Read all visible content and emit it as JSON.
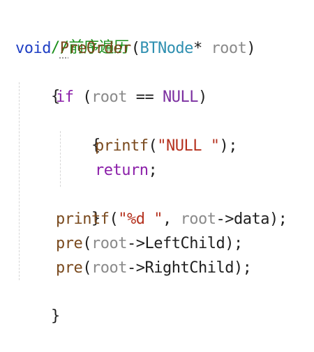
{
  "code": {
    "comment": "//前序遍历",
    "sig": {
      "ret": "void",
      "fn_first": "P",
      "fn_rest": "reOrder",
      "open": "(",
      "type": "BTNode",
      "star": "*",
      "param": "root",
      "close": ")"
    },
    "brace_open": "{",
    "if_line": {
      "kw": "if",
      "open": "(",
      "var": "root",
      "op": "==",
      "null": "NULL",
      "close": ")"
    },
    "inner_brace_open": "{",
    "printf_null": {
      "fn": "printf",
      "open": "(",
      "str": "\"NULL \"",
      "close": ");"
    },
    "return_line": {
      "kw": "return",
      "semi": ";"
    },
    "inner_brace_close": "}",
    "printf_data": {
      "fn": "printf",
      "open": "(",
      "str": "\"%d \"",
      "comma": ",",
      "var": "root",
      "arrow": "->",
      "member": "data",
      "close": ");"
    },
    "pre_left": {
      "fn": "pre",
      "open": "(",
      "var": "root",
      "arrow": "->",
      "member": "LeftChild",
      "close": ");"
    },
    "pre_right": {
      "fn": "pre",
      "open": "(",
      "var": "root",
      "arrow": "->",
      "member": "RightChild",
      "close": ");"
    },
    "brace_close": "}"
  }
}
